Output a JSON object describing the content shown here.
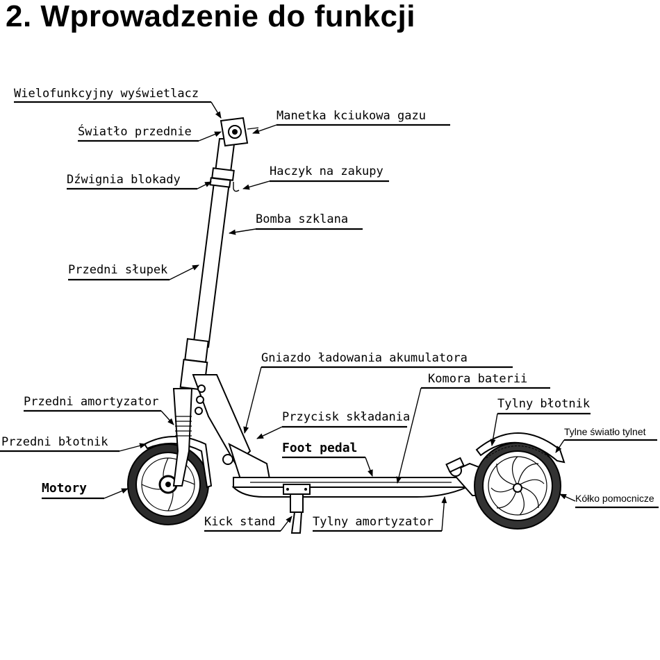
{
  "title": "2. Wprowadzenie do funkcji",
  "labels": {
    "display": "Wielofunkcyjny wyświetlacz",
    "front_light": "Światło przednie",
    "throttle": "Manetka kciukowa gazu",
    "lock_lever": "Dźwignia blokady",
    "hook": "Haczyk na zakupy",
    "bomba": "Bomba szklana",
    "stem": "Przedni słupek",
    "charging_port": "Gniazdo ładowania akumulatora",
    "battery": "Komora baterii",
    "front_shock": "Przedni amortyzator",
    "rear_fender": "Tylny błotnik",
    "fold_button": "Przycisk składania",
    "rear_light": "Tylne światło tylnet",
    "front_fender": "Przedni błotnik",
    "foot_pedal": "Foot pedal",
    "motor": "Motory",
    "aux_wheel": "Kółko pomocnicze",
    "kick_stand": "Kick stand",
    "rear_shock": "Tylny amortyzator"
  }
}
